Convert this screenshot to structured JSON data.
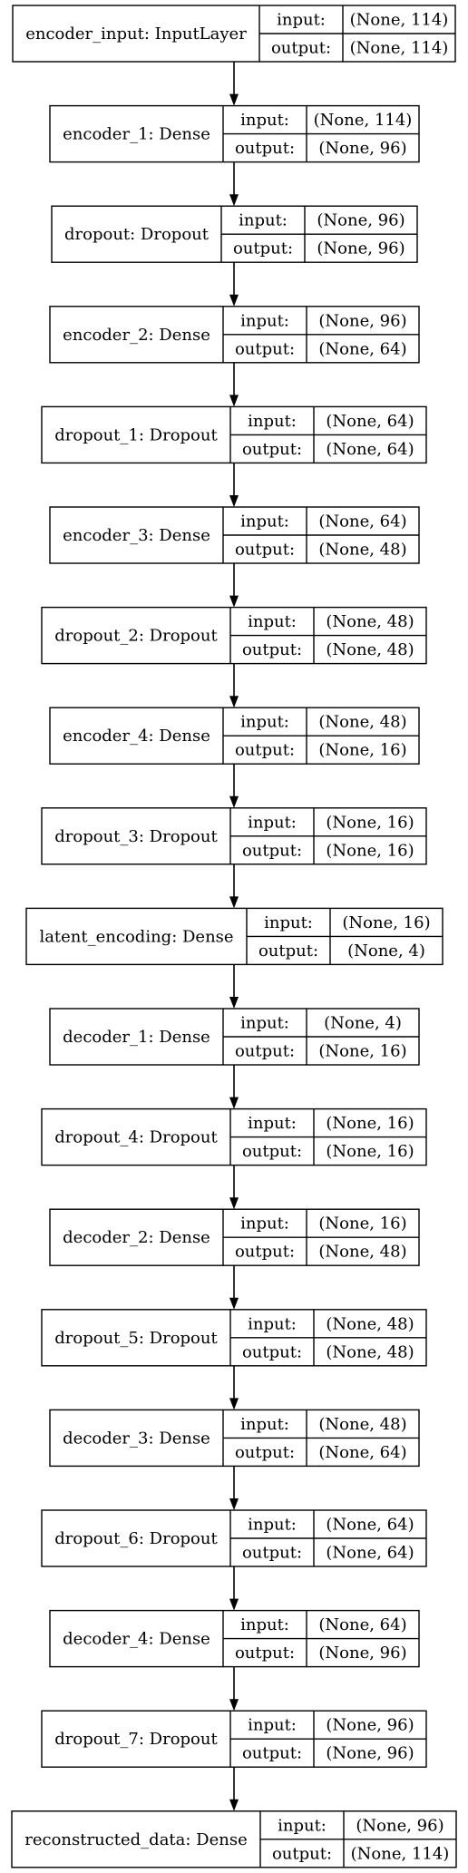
{
  "diagram": {
    "port_labels": {
      "input": "input:",
      "output": "output:"
    },
    "layers": [
      {
        "name": "encoder_input: InputLayer",
        "input": "(None, 114)",
        "output": "(None, 114)"
      },
      {
        "name": "encoder_1: Dense",
        "input": "(None, 114)",
        "output": "(None, 96)"
      },
      {
        "name": "dropout: Dropout",
        "input": "(None, 96)",
        "output": "(None, 96)"
      },
      {
        "name": "encoder_2: Dense",
        "input": "(None, 96)",
        "output": "(None, 64)"
      },
      {
        "name": "dropout_1: Dropout",
        "input": "(None, 64)",
        "output": "(None, 64)"
      },
      {
        "name": "encoder_3: Dense",
        "input": "(None, 64)",
        "output": "(None, 48)"
      },
      {
        "name": "dropout_2: Dropout",
        "input": "(None, 48)",
        "output": "(None, 48)"
      },
      {
        "name": "encoder_4: Dense",
        "input": "(None, 48)",
        "output": "(None, 16)"
      },
      {
        "name": "dropout_3: Dropout",
        "input": "(None, 16)",
        "output": "(None, 16)"
      },
      {
        "name": "latent_encoding: Dense",
        "input": "(None, 16)",
        "output": "(None, 4)"
      },
      {
        "name": "decoder_1: Dense",
        "input": "(None, 4)",
        "output": "(None, 16)"
      },
      {
        "name": "dropout_4: Dropout",
        "input": "(None, 16)",
        "output": "(None, 16)"
      },
      {
        "name": "decoder_2: Dense",
        "input": "(None, 16)",
        "output": "(None, 48)"
      },
      {
        "name": "dropout_5: Dropout",
        "input": "(None, 48)",
        "output": "(None, 48)"
      },
      {
        "name": "decoder_3: Dense",
        "input": "(None, 48)",
        "output": "(None, 64)"
      },
      {
        "name": "dropout_6: Dropout",
        "input": "(None, 64)",
        "output": "(None, 64)"
      },
      {
        "name": "decoder_4: Dense",
        "input": "(None, 64)",
        "output": "(None, 96)"
      },
      {
        "name": "dropout_7: Dropout",
        "input": "(None, 96)",
        "output": "(None, 96)"
      },
      {
        "name": "reconstructed_data: Dense",
        "input": "(None, 96)",
        "output": "(None, 114)"
      }
    ]
  }
}
